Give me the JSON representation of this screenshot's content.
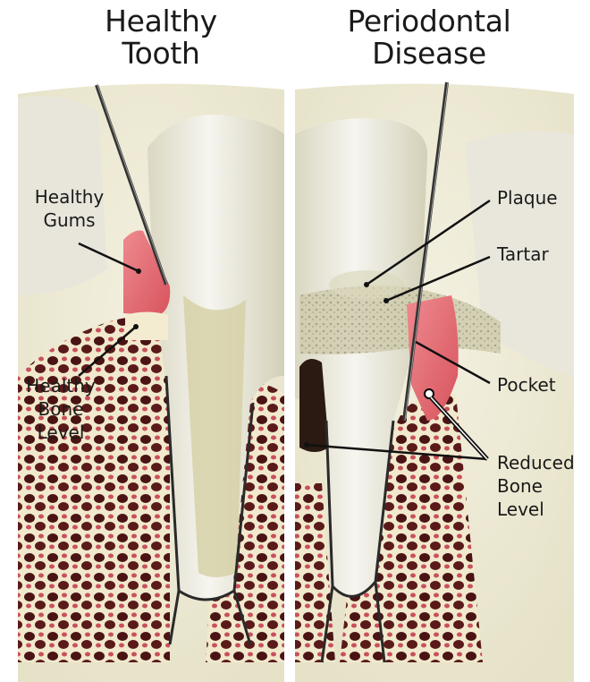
{
  "titles": {
    "left": [
      "Healthy",
      "Tooth"
    ],
    "right": [
      "Periodontal",
      "Disease"
    ]
  },
  "labels": {
    "healthy_gums": [
      "Healthy",
      "Gums"
    ],
    "healthy_bone_level": [
      "Healthy",
      "Bone",
      "Level"
    ],
    "plaque": "Plaque",
    "tartar": "Tartar",
    "pocket": "Pocket",
    "reduced_bone_level": [
      "Reduced",
      "Bone",
      "Level"
    ]
  },
  "colors": {
    "gum": "#e26a72",
    "bone": "#efe7c9",
    "bone_pores": "#4a1414",
    "tooth": "#f2f1ec",
    "tooth_shadow": "#d6d3bf",
    "tartar": "#c9c5a6",
    "probe": "#333333"
  }
}
